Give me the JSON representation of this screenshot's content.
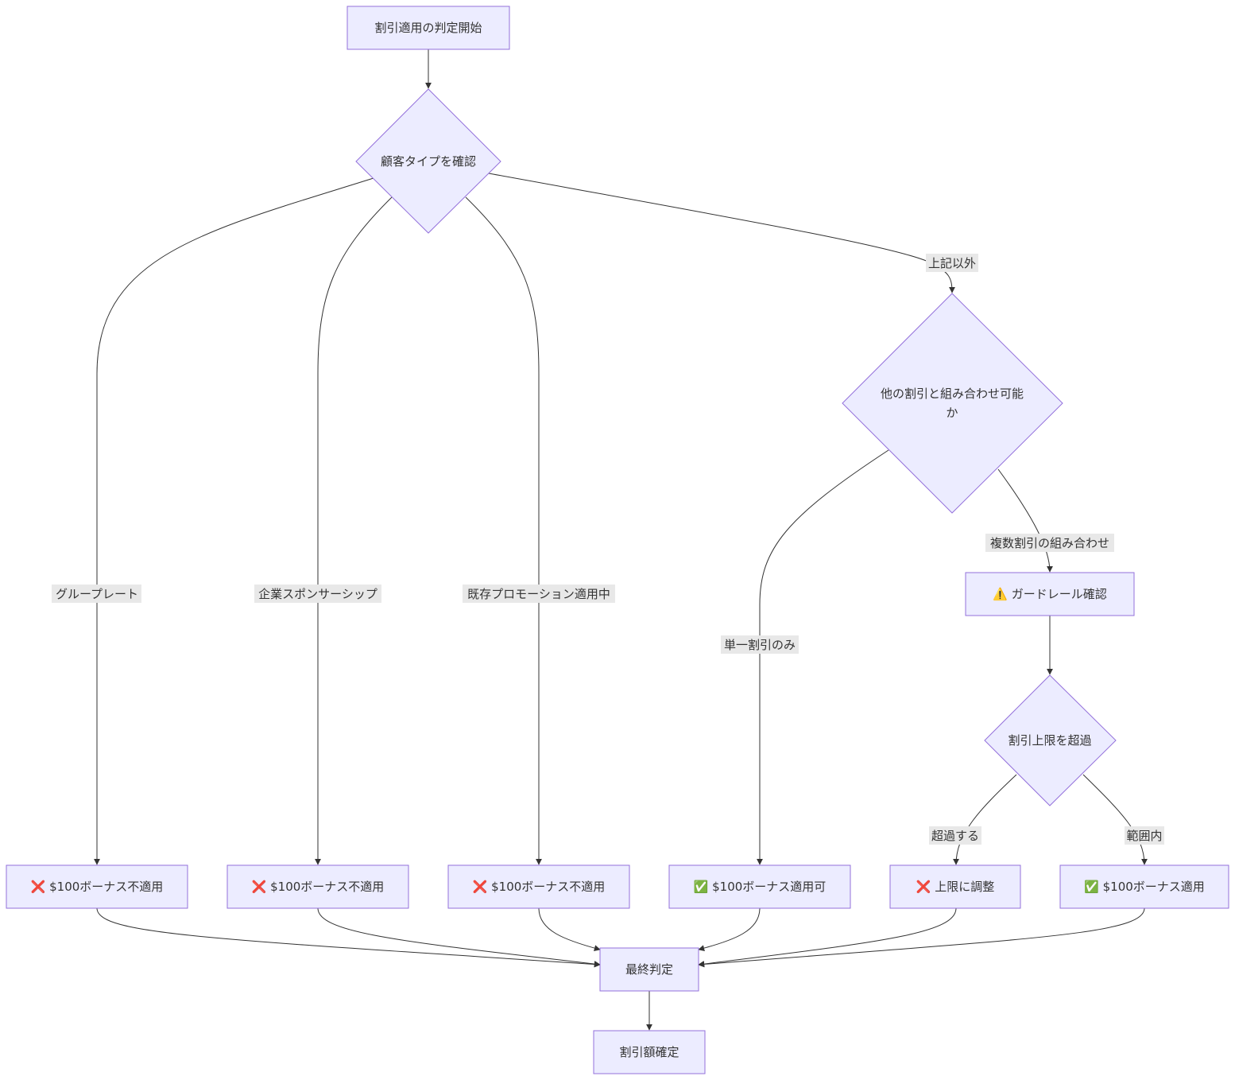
{
  "colors": {
    "node_fill": "#ECECFF",
    "node_stroke": "#9370DB",
    "edge": "#333333",
    "label_bg": "#e8e8e8"
  },
  "nodes": {
    "start": "割引適用の判定開始",
    "customer_type": "顧客タイプを確認",
    "combinable": [
      "他の割引と組み合わせ可能",
      "か"
    ],
    "guardrail": "⚠️ ガードレール確認",
    "cap_exceeded": "割引上限を超過",
    "group_rate_result": "❌ $100ボーナス不適用",
    "corporate_result": "❌ $100ボーナス不適用",
    "promo_result": "❌ $100ボーナス不適用",
    "single_result": "✅ $100ボーナス適用可",
    "adjust_result": "❌ 上限に調整",
    "within_result": "✅ $100ボーナス適用",
    "final": "最終判定",
    "confirmed": "割引額確定"
  },
  "edge_labels": {
    "other": "上記以外",
    "group_rate": "グループレート",
    "corporate": "企業スポンサーシップ",
    "existing_promo": "既存プロモーション適用中",
    "single_only": "単一割引のみ",
    "multiple": "複数割引の組み合わせ",
    "exceeds": "超過する",
    "within": "範囲内"
  }
}
